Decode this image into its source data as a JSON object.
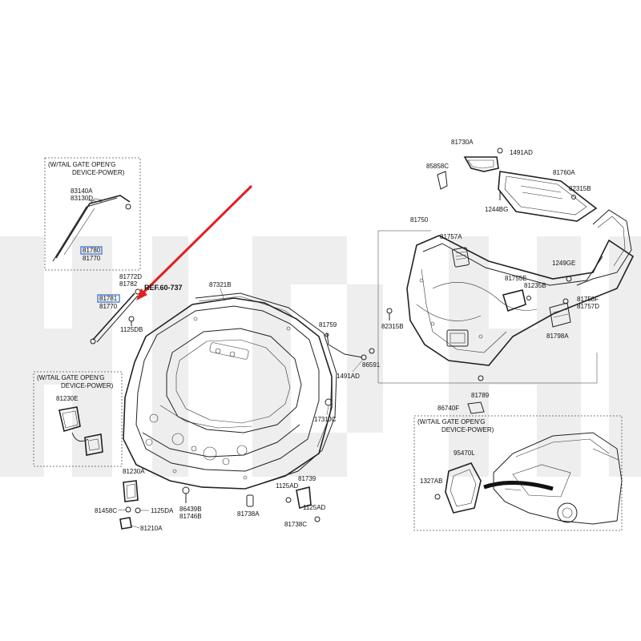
{
  "notes": {
    "note_left_top_1": "(W/TAIL GATE OPEN'G",
    "note_left_top_2": "DEVICE-POWER)",
    "note_left_mid_1": "(W/TAIL GATE OPEN'G",
    "note_left_mid_2": "DEVICE-POWER)",
    "note_right_1": "(W/TAIL GATE OPEN'G",
    "note_right_2": "DEVICE-POWER)"
  },
  "reference": {
    "ref_label": "REF.60-737"
  },
  "highlight_color": "#2c6bd6",
  "arrow_color": "#e02020",
  "parts": {
    "p83140A": "83140A",
    "p83130D": "83130D",
    "p81780": "81780",
    "p81770a": "81770",
    "p81772D": "81772D",
    "p81782": "81782",
    "p81781": "81781",
    "p81771": "81770",
    "p1125DB": "1125DB",
    "p87321B": "87321B",
    "p81230E": "81230E",
    "p81230A": "81230A",
    "p81458C": "81458C",
    "p1125DA": "1125DA",
    "p81210A": "81210A",
    "p86439B": "86439B",
    "p81746B": "81746B",
    "p81738A": "81738A",
    "p1125AD1": "1125AD",
    "p81739": "81739",
    "p1125AD2": "1125AD",
    "p81738C": "81738C",
    "p81759": "81759",
    "p1491AD1": "1491AD",
    "p86591": "86591",
    "p1731JC": "1731JC",
    "p81730A": "81730A",
    "p1491AD2": "1491AD",
    "p85858C": "85858C",
    "p81760A": "81760A",
    "p82315B1": "82315B",
    "p1244BG": "1244BG",
    "p81750": "81750",
    "p81757A": "81757A",
    "p1249GE": "1249GE",
    "p81755E": "81755E",
    "p81235B": "81235B",
    "p81758F": "81758F",
    "p81757D": "81757D",
    "p82315B2": "82315B",
    "p81798A": "81798A",
    "p81789": "81789",
    "p86740F": "86740F",
    "p95470L": "95470L",
    "p1327AB": "1327AB"
  }
}
